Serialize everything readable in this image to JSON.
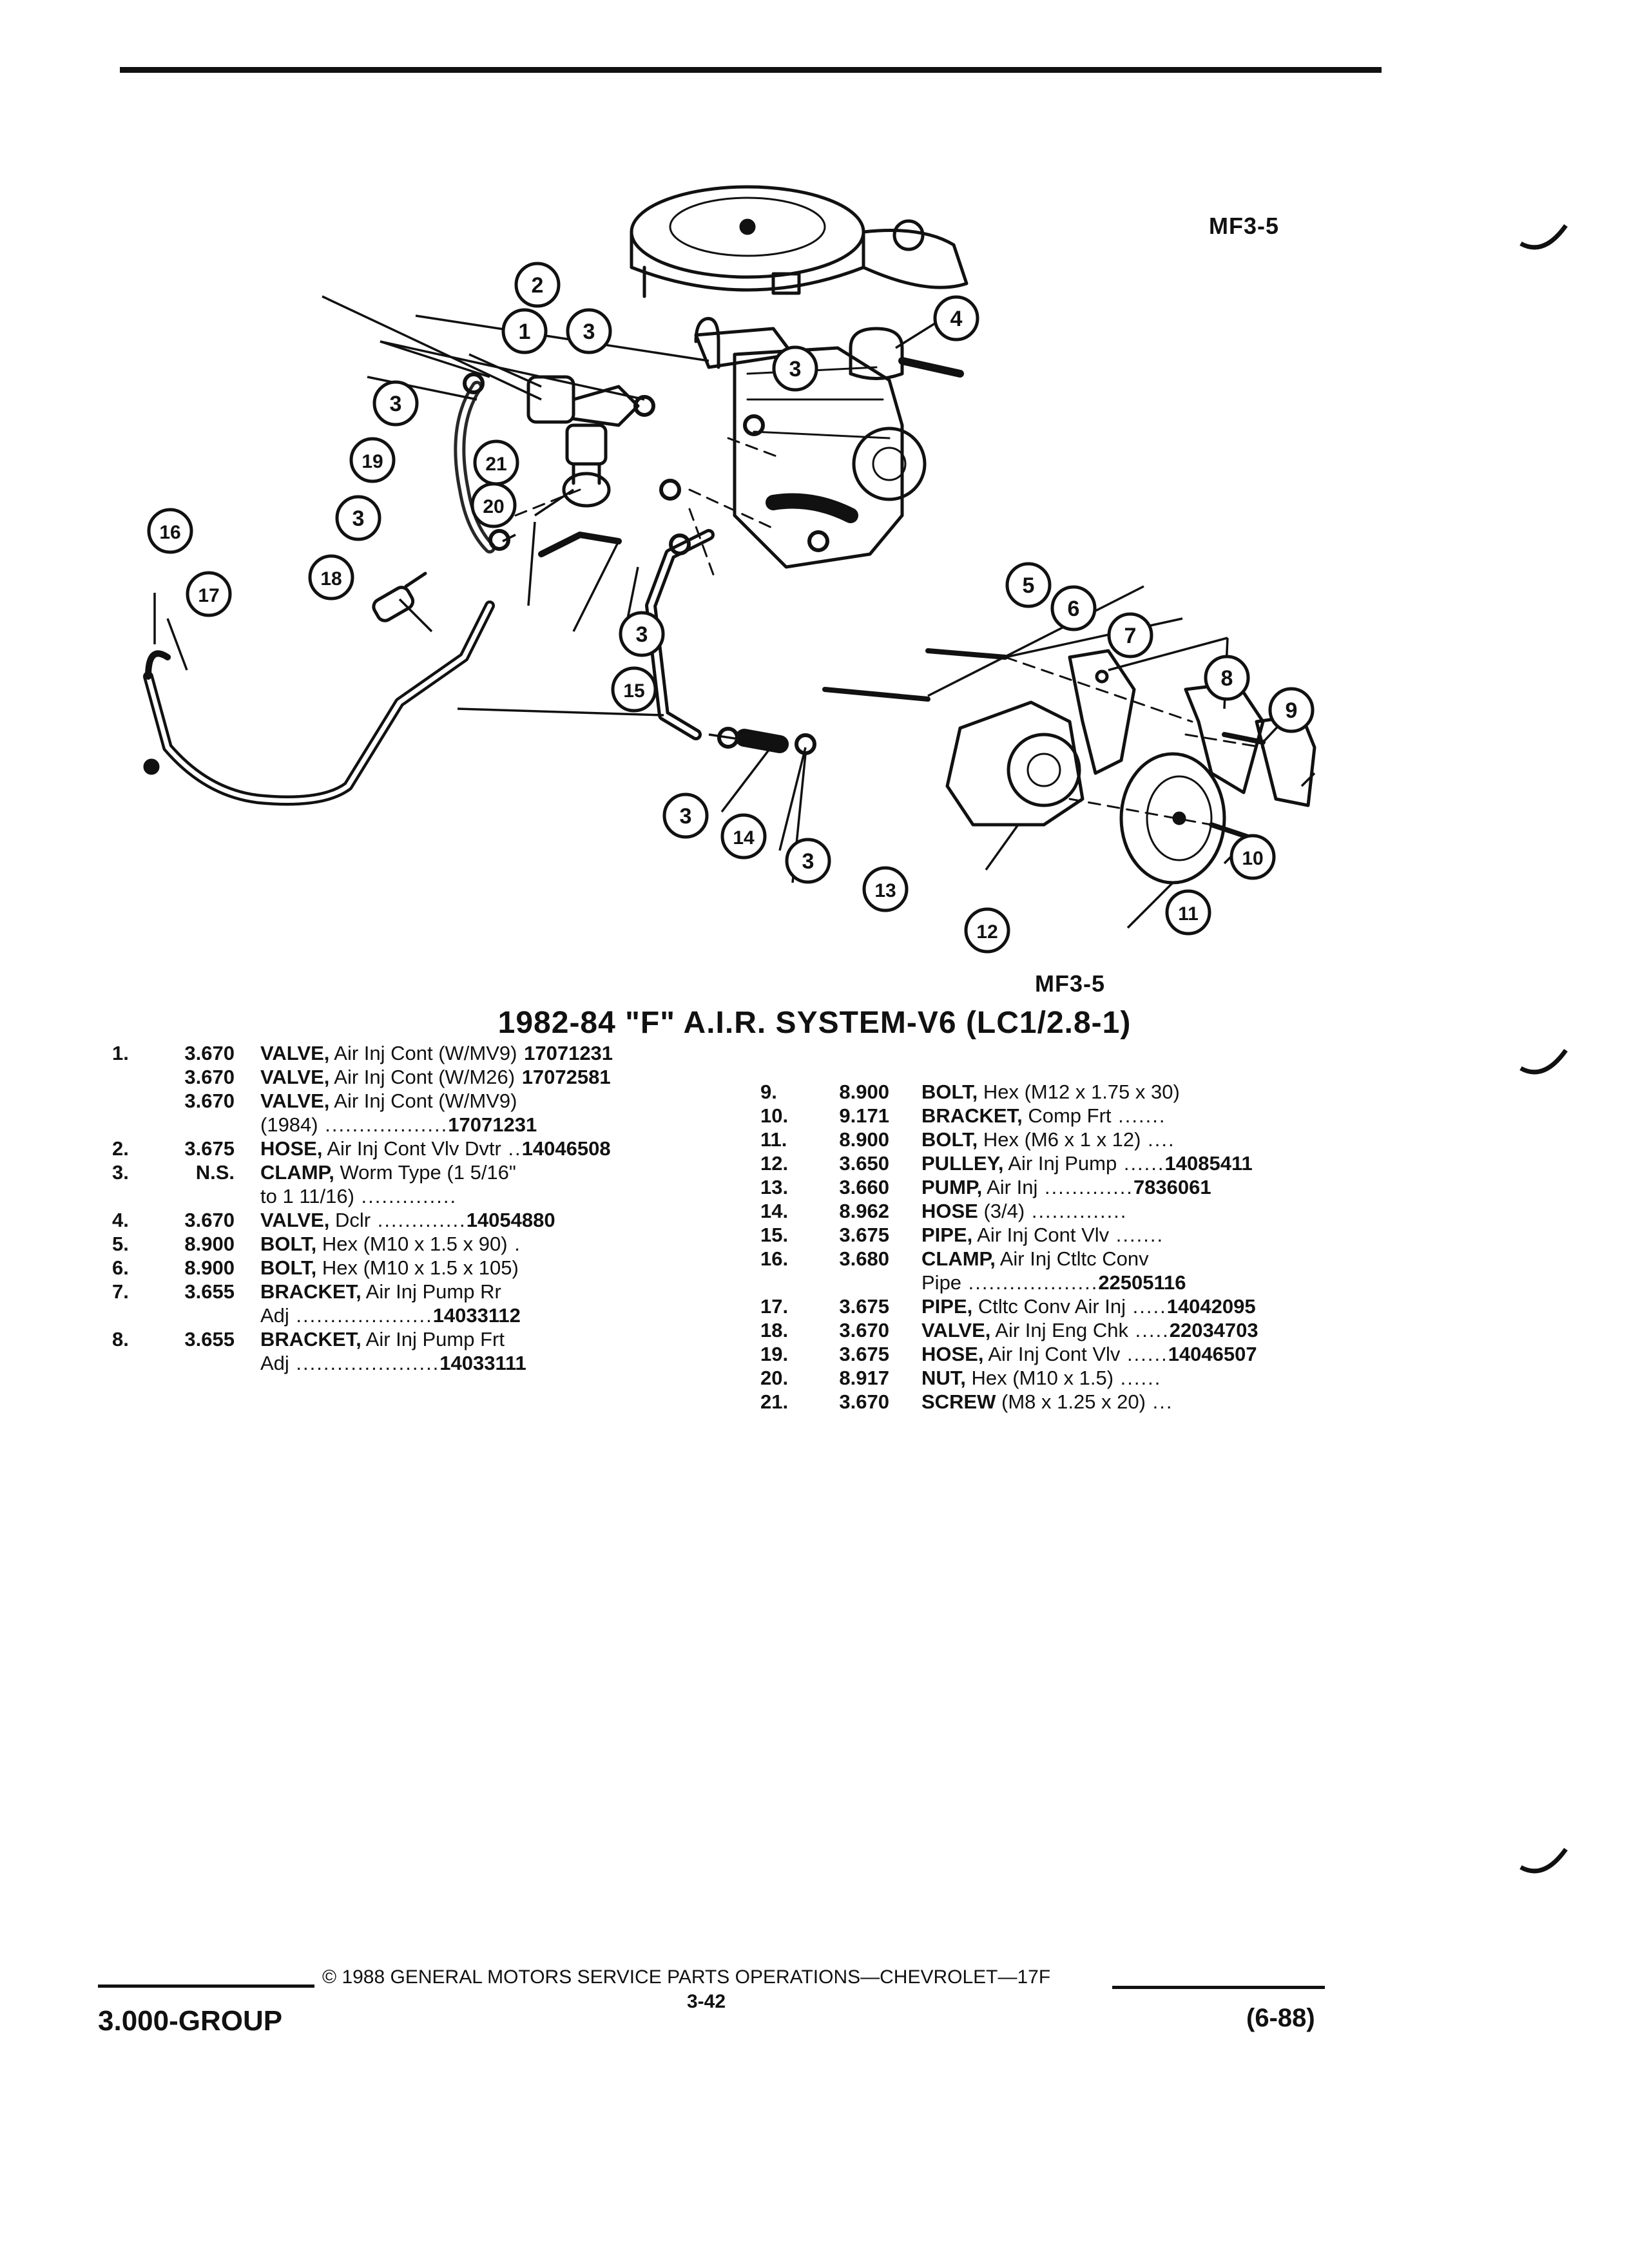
{
  "figure": {
    "code_top": "MF3-5",
    "code_bottom": "MF3-5",
    "callouts": [
      "1",
      "2",
      "3",
      "3",
      "3",
      "3",
      "3",
      "3",
      "3",
      "3",
      "3",
      "4",
      "5",
      "6",
      "7",
      "8",
      "9",
      "10",
      "11",
      "12",
      "13",
      "14",
      "15",
      "16",
      "17",
      "18",
      "19",
      "20",
      "21"
    ]
  },
  "title": "1982-84 \"F\" A.I.R. SYSTEM-V6 (LC1/2.8-1)",
  "parts_left": [
    {
      "ref": "1.",
      "group": "3.670",
      "desc": "VALVE,",
      "detail": " Air Inj Cont (W/MV9)",
      "leader": " ",
      "pn": "17071231"
    },
    {
      "ref": "",
      "group": "3.670",
      "desc": "VALVE,",
      "detail": " Air Inj Cont (W/M26)",
      "leader": " ",
      "pn": "17072581"
    },
    {
      "ref": "",
      "group": "3.670",
      "desc": "VALVE,",
      "detail": " Air Inj Cont (W/MV9)",
      "leader": "",
      "pn": ""
    },
    {
      "ref": "",
      "group": "",
      "desc": "",
      "detail": "(1984)",
      "leader": " ..................",
      "pn": "17071231"
    },
    {
      "ref": "2.",
      "group": "3.675",
      "desc": "HOSE,",
      "detail": " Air Inj Cont Vlv Dvtr",
      "leader": " ..",
      "pn": "14046508"
    },
    {
      "ref": "3.",
      "group": "N.S.",
      "desc": "CLAMP,",
      "detail": " Worm Type (1 5/16\"",
      "leader": "",
      "pn": ""
    },
    {
      "ref": "",
      "group": "",
      "desc": "",
      "detail": "to 1 11/16)",
      "leader": " ..............",
      "pn": ""
    },
    {
      "ref": "4.",
      "group": "3.670",
      "desc": "VALVE,",
      "detail": " Dclr",
      "leader": " .............",
      "pn": "14054880"
    },
    {
      "ref": "5.",
      "group": "8.900",
      "desc": "BOLT,",
      "detail": " Hex (M10 x 1.5 x 90)",
      "leader": "  .",
      "pn": ""
    },
    {
      "ref": "6.",
      "group": "8.900",
      "desc": "BOLT,",
      "detail": " Hex (M10 x 1.5 x 105)",
      "leader": "",
      "pn": ""
    },
    {
      "ref": "7.",
      "group": "3.655",
      "desc": "BRACKET,",
      "detail": " Air Inj Pump Rr",
      "leader": "",
      "pn": ""
    },
    {
      "ref": "",
      "group": "",
      "desc": "",
      "detail": "Adj",
      "leader": " ....................",
      "pn": "14033112"
    },
    {
      "ref": "8.",
      "group": "3.655",
      "desc": "BRACKET,",
      "detail": " Air Inj Pump Frt",
      "leader": "",
      "pn": ""
    },
    {
      "ref": "",
      "group": "",
      "desc": "",
      "detail": "Adj",
      "leader": " .....................",
      "pn": "14033111"
    }
  ],
  "parts_right": [
    {
      "ref": "9.",
      "group": "8.900",
      "desc": "BOLT,",
      "detail": " Hex (M12 x 1.75 x 30)",
      "leader": "",
      "pn": ""
    },
    {
      "ref": "10.",
      "group": "9.171",
      "desc": "BRACKET,",
      "detail": " Comp Frt",
      "leader": " .......",
      "pn": ""
    },
    {
      "ref": "11.",
      "group": "8.900",
      "desc": "BOLT,",
      "detail": " Hex (M6 x 1 x 12)",
      "leader": " ....",
      "pn": ""
    },
    {
      "ref": "12.",
      "group": "3.650",
      "desc": "PULLEY,",
      "detail": " Air Inj Pump",
      "leader": " ......",
      "pn": "14085411"
    },
    {
      "ref": "13.",
      "group": "3.660",
      "desc": "PUMP,",
      "detail": " Air Inj",
      "leader": " .............",
      "pn": "7836061"
    },
    {
      "ref": "14.",
      "group": "8.962",
      "desc": "HOSE",
      "detail": " (3/4)",
      "leader": " ..............",
      "pn": ""
    },
    {
      "ref": "15.",
      "group": "3.675",
      "desc": "PIPE,",
      "detail": " Air Inj Cont Vlv",
      "leader": " .......",
      "pn": ""
    },
    {
      "ref": "16.",
      "group": "3.680",
      "desc": "CLAMP,",
      "detail": " Air Inj Ctltc Conv",
      "leader": "",
      "pn": ""
    },
    {
      "ref": "",
      "group": "",
      "desc": "",
      "detail": "Pipe",
      "leader": " ...................",
      "pn": "22505116"
    },
    {
      "ref": "17.",
      "group": "3.675",
      "desc": "PIPE,",
      "detail": " Ctltc Conv Air Inj",
      "leader": " .....",
      "pn": "14042095"
    },
    {
      "ref": "18.",
      "group": "3.670",
      "desc": "VALVE,",
      "detail": " Air Inj Eng Chk",
      "leader": " .....",
      "pn": "22034703"
    },
    {
      "ref": "19.",
      "group": "3.675",
      "desc": "HOSE,",
      "detail": " Air Inj Cont Vlv",
      "leader": " ......",
      "pn": "14046507"
    },
    {
      "ref": "20.",
      "group": "8.917",
      "desc": "NUT,",
      "detail": " Hex (M10 x 1.5)",
      "leader": " ......",
      "pn": ""
    },
    {
      "ref": "21.",
      "group": "3.670",
      "desc": "SCREW",
      "detail": " (M8 x 1.25 x 20)",
      "leader": " ...",
      "pn": ""
    }
  ],
  "footer": {
    "group": "3.000-GROUP",
    "copyright": "© 1988 GENERAL MOTORS SERVICE PARTS OPERATIONS—CHEVROLET—17F",
    "page": "3-42",
    "date": "(6-88)"
  }
}
